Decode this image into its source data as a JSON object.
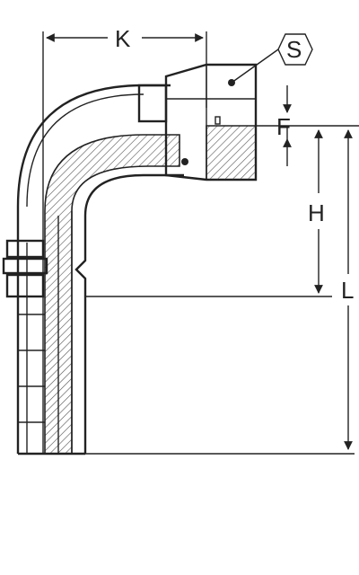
{
  "figure": {
    "labels": {
      "k": "K",
      "s": "S",
      "f": "F",
      "h": "H",
      "l": "L"
    }
  }
}
